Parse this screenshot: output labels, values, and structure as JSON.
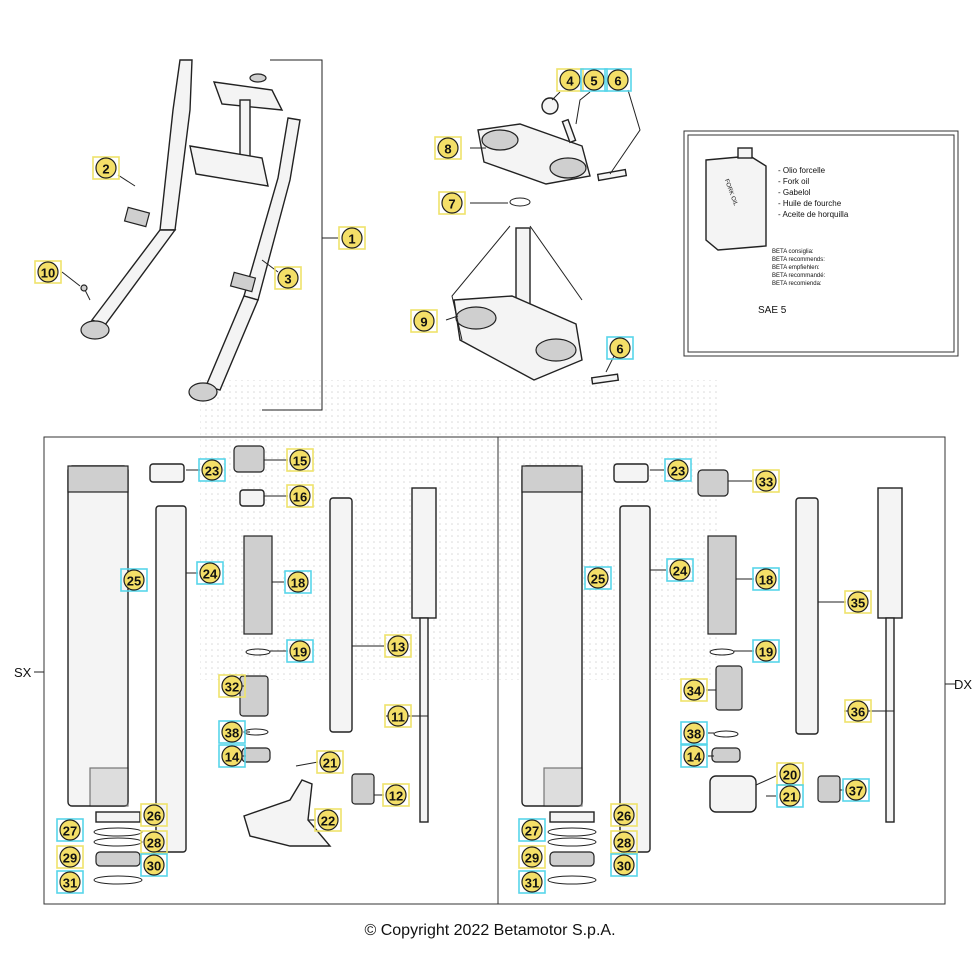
{
  "copyright": "© Copyright 2022 Betamotor S.p.A.",
  "side_labels": {
    "left": "SX",
    "right": "DX"
  },
  "oil_box": {
    "oil_names": [
      "- Olio forcelle",
      "- Fork oil",
      "- Gabelol",
      "- Huile de fourche",
      "- Aceite de horquilla"
    ],
    "recommended": [
      "BETA consiglia:",
      "BETA recommends:",
      "BETA empfiehlen:",
      "BETA recommandé:",
      "BETA recomienda:"
    ],
    "can_label": "FORK OIL",
    "grade": "SAE 5"
  },
  "callouts": [
    {
      "n": "1",
      "style": "y"
    },
    {
      "n": "2",
      "style": "y"
    },
    {
      "n": "3",
      "style": "y"
    },
    {
      "n": "4",
      "style": "y"
    },
    {
      "n": "5",
      "style": "c"
    },
    {
      "n": "6",
      "style": "c"
    },
    {
      "n": "7",
      "style": "y"
    },
    {
      "n": "8",
      "style": "y"
    },
    {
      "n": "9",
      "style": "y"
    },
    {
      "n": "10",
      "style": "y"
    },
    {
      "n": "6",
      "style": "c"
    },
    {
      "n": "23",
      "style": "c"
    },
    {
      "n": "15",
      "style": "y"
    },
    {
      "n": "16",
      "style": "y"
    },
    {
      "n": "25",
      "style": "c"
    },
    {
      "n": "24",
      "style": "c"
    },
    {
      "n": "18",
      "style": "c"
    },
    {
      "n": "13",
      "style": "y"
    },
    {
      "n": "19",
      "style": "c"
    },
    {
      "n": "32",
      "style": "y"
    },
    {
      "n": "11",
      "style": "y"
    },
    {
      "n": "38",
      "style": "c"
    },
    {
      "n": "14",
      "style": "c"
    },
    {
      "n": "21",
      "style": "y"
    },
    {
      "n": "12",
      "style": "y"
    },
    {
      "n": "26",
      "style": "y"
    },
    {
      "n": "22",
      "style": "y"
    },
    {
      "n": "27",
      "style": "c"
    },
    {
      "n": "28",
      "style": "y"
    },
    {
      "n": "29",
      "style": "y"
    },
    {
      "n": "30",
      "style": "c"
    },
    {
      "n": "31",
      "style": "c"
    },
    {
      "n": "23",
      "style": "c"
    },
    {
      "n": "33",
      "style": "y"
    },
    {
      "n": "25",
      "style": "c"
    },
    {
      "n": "24",
      "style": "c"
    },
    {
      "n": "18",
      "style": "c"
    },
    {
      "n": "35",
      "style": "y"
    },
    {
      "n": "19",
      "style": "c"
    },
    {
      "n": "34",
      "style": "y"
    },
    {
      "n": "36",
      "style": "y"
    },
    {
      "n": "38",
      "style": "c"
    },
    {
      "n": "14",
      "style": "c"
    },
    {
      "n": "20",
      "style": "y"
    },
    {
      "n": "21",
      "style": "c"
    },
    {
      "n": "37",
      "style": "c"
    },
    {
      "n": "26",
      "style": "y"
    },
    {
      "n": "27",
      "style": "c"
    },
    {
      "n": "28",
      "style": "y"
    },
    {
      "n": "29",
      "style": "y"
    },
    {
      "n": "30",
      "style": "c"
    },
    {
      "n": "31",
      "style": "c"
    }
  ]
}
